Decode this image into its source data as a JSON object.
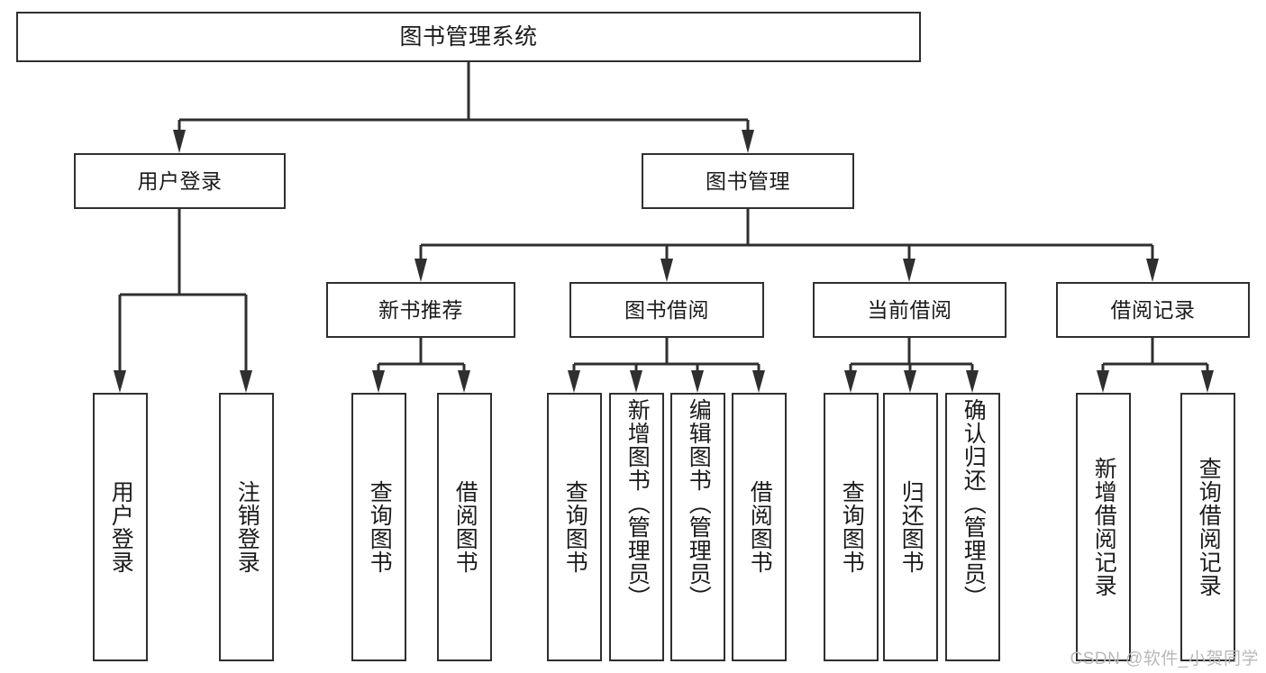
{
  "diagram": {
    "title": "图书管理系统",
    "type": "tree-hierarchy",
    "orientation": "top-down",
    "colors": {
      "box_stroke": "#2f2f2f",
      "box_fill": "#ffffff",
      "connector": "#2f2f2f",
      "text": "#1b1b1b",
      "watermark": "#b9b9b9",
      "background": "#ffffff"
    },
    "root": {
      "label": "图书管理系统"
    },
    "level2": [
      {
        "label": "用户登录"
      },
      {
        "label": "图书管理"
      }
    ],
    "level3": [
      {
        "label": "新书推荐"
      },
      {
        "label": "图书借阅"
      },
      {
        "label": "当前借阅"
      },
      {
        "label": "借阅记录"
      }
    ],
    "leaves": {
      "user_login": [
        {
          "label": "用户登录"
        },
        {
          "label": "注销登录"
        }
      ],
      "new_book_recommend": [
        {
          "label": "查询图书"
        },
        {
          "label": "借阅图书"
        }
      ],
      "book_borrow": [
        {
          "label": "查询图书"
        },
        {
          "label": "新增图书（管理员）"
        },
        {
          "label": "编辑图书（管理员）"
        },
        {
          "label": "借阅图书"
        }
      ],
      "current_borrow": [
        {
          "label": "查询图书"
        },
        {
          "label": "归还图书"
        },
        {
          "label": "确认归还（管理员）"
        }
      ],
      "borrow_record": [
        {
          "label": "新增借阅记录"
        },
        {
          "label": "查询借阅记录"
        }
      ]
    },
    "watermark": "CSDN @软件_小贺同学"
  }
}
